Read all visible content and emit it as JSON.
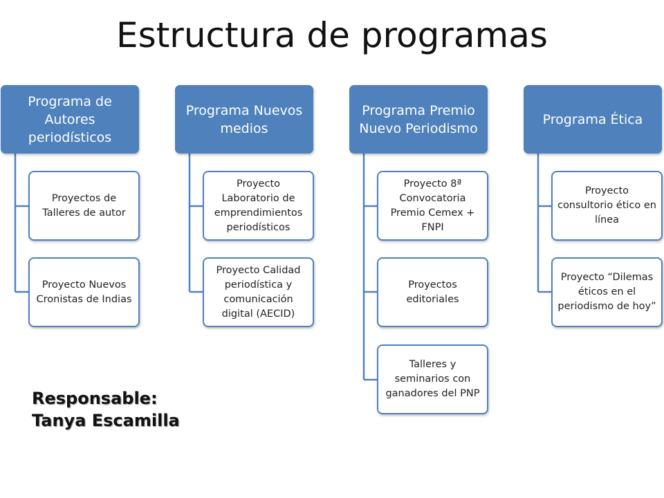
{
  "title": "Estructura de programas",
  "colors": {
    "header_fill": "#4f81bd",
    "box_border": "#4f81bd",
    "connector": "#4f81bd"
  },
  "programs": [
    {
      "label": "Programa de Autores periodísticos",
      "children": [
        "Proyectos de Talleres de autor",
        "Proyecto Nuevos Cronistas de Indias"
      ]
    },
    {
      "label": "Programa Nuevos medios",
      "children": [
        "Proyecto Laboratorio de emprendimientos periodísticos",
        "Proyecto Calidad periodística y comunicación digital (AECID)"
      ]
    },
    {
      "label": "Programa Premio Nuevo Periodismo",
      "children": [
        "Proyecto 8ª Convocatoria Premio Cemex + FNPI",
        "Proyectos editoriales",
        "Talleres y seminarios con ganadores del PNP"
      ]
    },
    {
      "label": "Programa Ética",
      "children": [
        "Proyecto consultorio ético en línea",
        "Proyecto “Dilemas éticos en el periodismo de hoy”"
      ]
    }
  ],
  "responsible": {
    "label": "Responsable:",
    "name": "Tanya Escamilla"
  }
}
